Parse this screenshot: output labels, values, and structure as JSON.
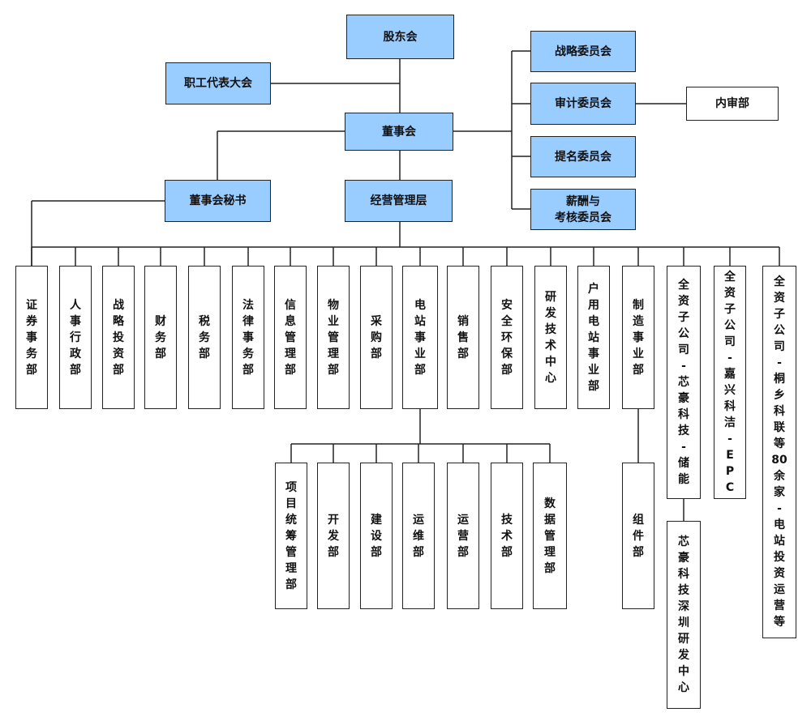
{
  "diagram": {
    "colors": {
      "top_box_fill": "#99ccff",
      "dept_box_fill": "#ffffff",
      "border": "#222222",
      "line": "#222222"
    },
    "nodes": {
      "shareholders": "股东会",
      "workers_congress": "职工代表大会",
      "board": "董事会",
      "board_secretary": "董事会秘书",
      "management": "经营管理层",
      "strategy_committee": "战略委员会",
      "audit_committee": "审计委员会",
      "internal_audit": "内审部",
      "nomination_committee": "提名委员会",
      "remuneration_committee": "薪酬与\n考核委员会"
    },
    "departments": [
      "证\n券\n事\n务\n部",
      "人\n事\n行\n政\n部",
      "战\n略\n投\n资\n部",
      "财\n务\n部",
      "税\n务\n部",
      "法\n律\n事\n务\n部",
      "信\n息\n管\n理\n部",
      "物\n业\n管\n理\n部",
      "采\n购\n部",
      "电\n站\n事\n业\n部",
      "销\n售\n部",
      "安\n全\n环\n保\n部",
      "研\n发\n技\n术\n中\n心",
      "户\n用\n电\n站\n事\n业\n部",
      "制\n造\n事\n业\n部",
      "全\n资\n子\n公\n司\n-\n芯\n豪\n科\n技\n-\n储\n能",
      "全\n资\n子\n公\n司\n-\n嘉\n兴\n科\n洁\n-\nE\nP\nC",
      "全\n资\n子\n公\n司\n-\n桐\n乡\n科\n联\n等\n80\n余\n家\n-\n电\n站\n投\n资\n运\n营\n等"
    ],
    "power_station_units": [
      "项\n目\n统\n筹\n管\n理\n部",
      "开\n发\n部",
      "建\n设\n部",
      "运\n维\n部",
      "运\n营\n部",
      "技\n术\n部",
      "数\n据\n管\n理\n部"
    ],
    "manufacturing_units": [
      "组\n件\n部"
    ],
    "xinhao_units": [
      "芯\n豪\n科\n技\n深\n圳\n研\n发\n中\n心"
    ]
  }
}
